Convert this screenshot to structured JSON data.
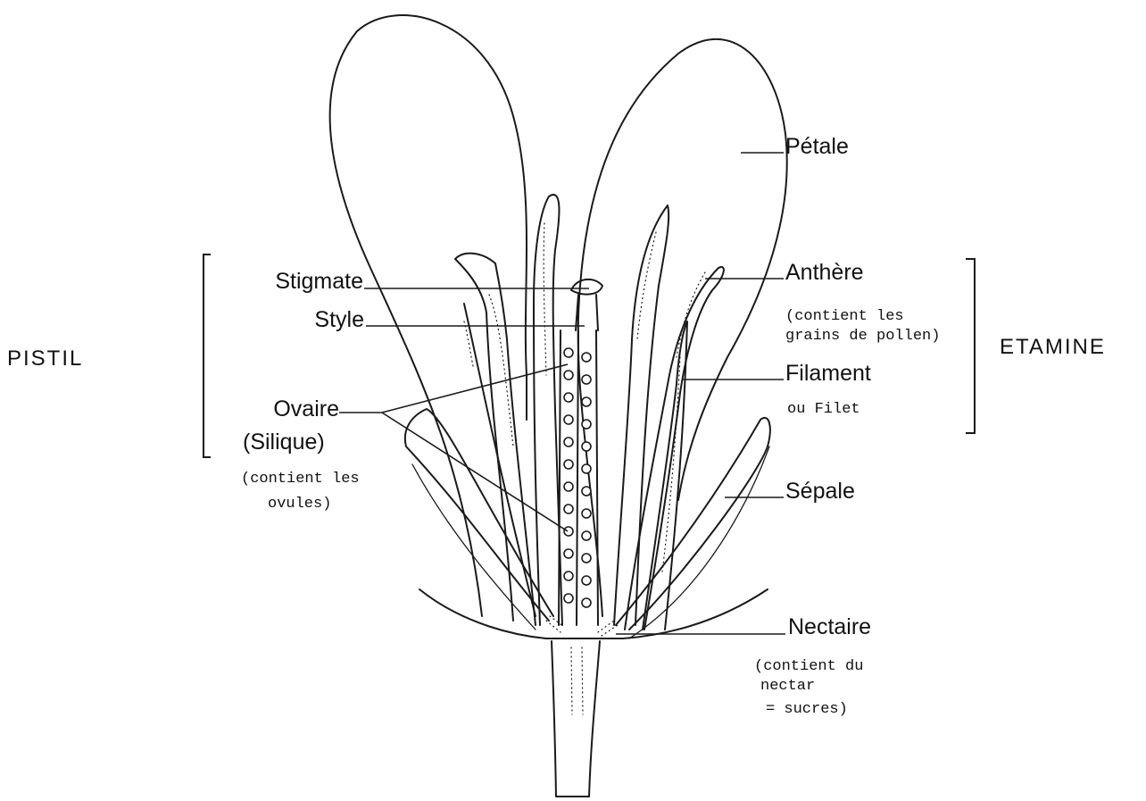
{
  "labels": {
    "petale": "Pétale",
    "anthere": "Anthère",
    "anthere_note_1": "(contient les",
    "anthere_note_2": "grains de pollen)",
    "filament": "Filament",
    "filament_alt": "ou Filet",
    "etamine": "ETAMINE",
    "stigmate": "Stigmate",
    "style": "Style",
    "pistil": "PISTIL",
    "ovaire": "Ovaire",
    "silique": "(Silique)",
    "ovaire_note_1": "(contient les",
    "ovaire_note_2": "ovules)",
    "sepale": "Sépale",
    "nectaire": "Nectaire",
    "nectaire_note_1": "(contient du",
    "nectaire_note_2": "nectar",
    "nectaire_note_3": "= sucres)"
  },
  "colors": {
    "ink": "#1a1a1a",
    "background": "#ffffff"
  }
}
